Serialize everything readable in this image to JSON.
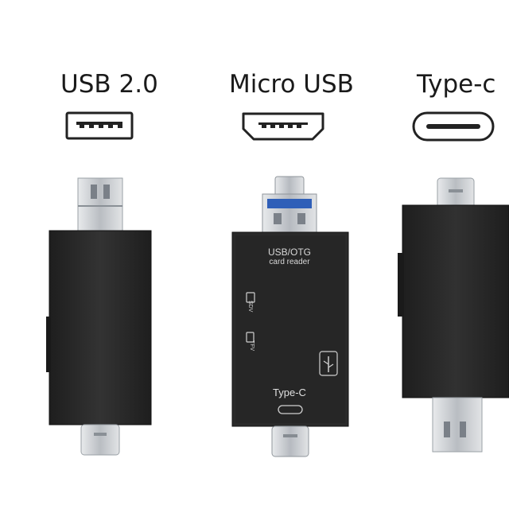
{
  "connectors": [
    {
      "label": "USB 2.0",
      "icon": "usb-a-port-icon"
    },
    {
      "label": "Micro USB",
      "icon": "micro-usb-port-icon"
    },
    {
      "label": "Type-c",
      "icon": "usb-c-port-icon"
    }
  ],
  "device_face": {
    "title_line1": "USB/OTG",
    "title_line2": "card reader",
    "slot_sd": "SDV",
    "slot_tf": "TFV",
    "typec_label": "Type-C"
  },
  "colors": {
    "body": "#2b2b2b",
    "metal": "#c9ccd0",
    "usb_blue": "#2f5fb8",
    "text": "#1a1a1a"
  }
}
